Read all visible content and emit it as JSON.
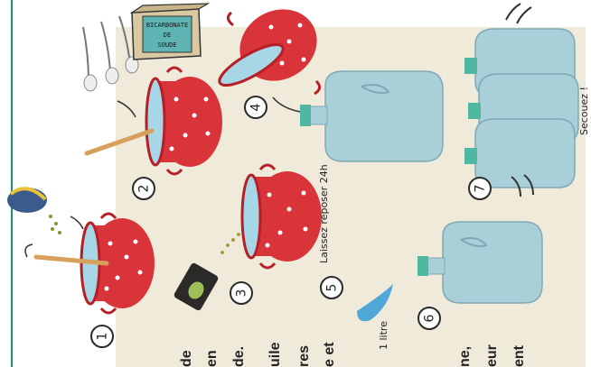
{
  "steps": [
    "1",
    "2",
    "3",
    "4",
    "5",
    "6",
    "7"
  ],
  "box_label": [
    "BICARBONATE",
    "DE",
    "SOUDE"
  ],
  "notes": {
    "rest": "Laissez reposer 24h",
    "liter": "1 litre",
    "shake": "Secouez !"
  },
  "side_text": [
    "de",
    "en",
    "de.",
    "uile",
    "res",
    "e et",
    "ne,",
    "eur",
    "ent"
  ],
  "colors": {
    "pot": "#d9343a",
    "bottle": "#a9cfd8",
    "cap": "#4fb8a2",
    "background": "#f0eadb",
    "border": "#1f8f7a",
    "water": "#4fa8d8"
  }
}
